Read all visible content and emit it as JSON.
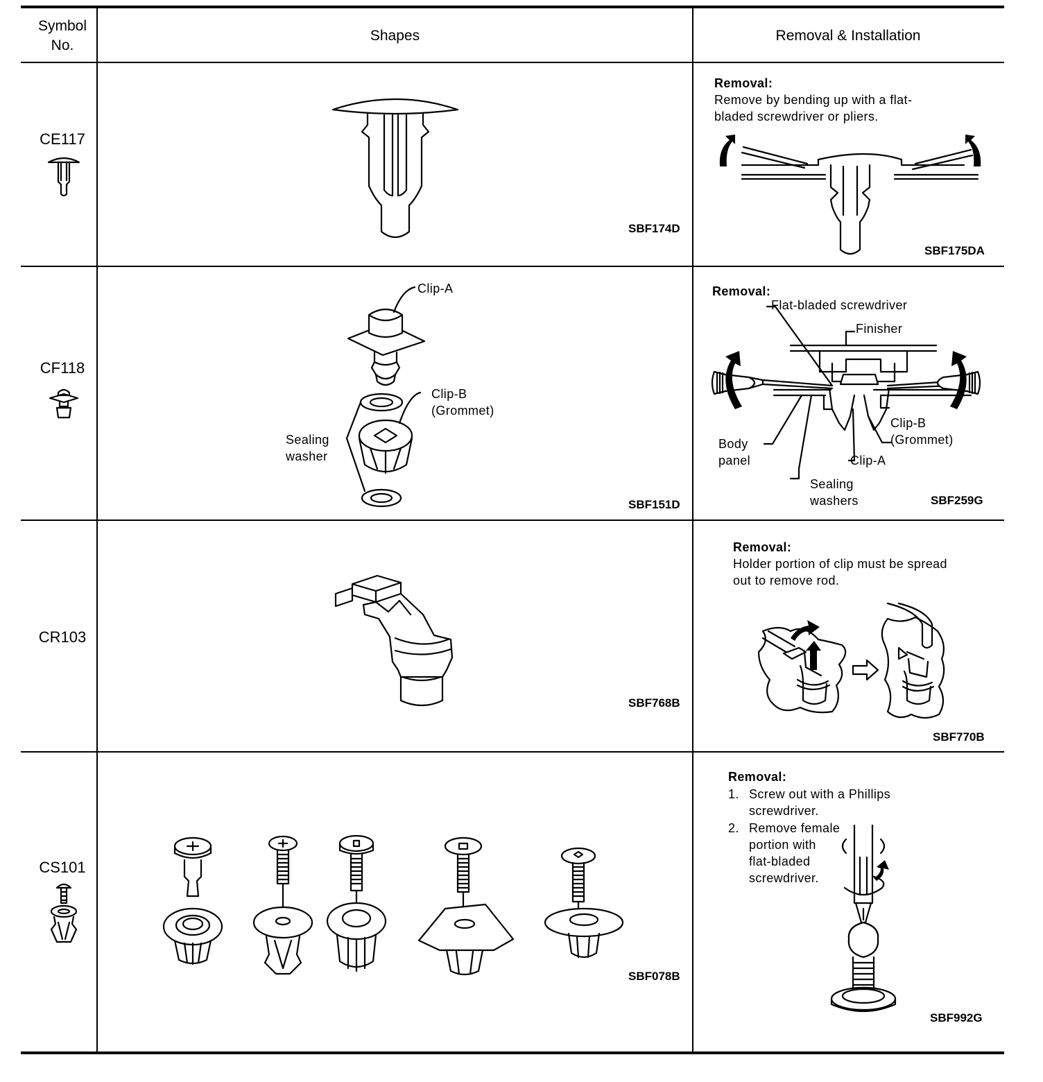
{
  "table": {
    "headers": {
      "symbol_line1": "Symbol",
      "symbol_line2": "No.",
      "shapes": "Shapes",
      "removal": "Removal & Installation"
    },
    "rows": [
      {
        "symbol": "CE117",
        "shape_code": "SBF174D",
        "removal_code": "SBF175DA",
        "removal_title": "Removal:",
        "removal_text": "Remove by bending up with a flat-bladed screwdriver or pliers."
      },
      {
        "symbol": "CF118",
        "shape_code": "SBF151D",
        "removal_code": "SBF259G",
        "removal_title": "Removal:",
        "shape_labels": {
          "clip_a": "Clip-A",
          "clip_b_1": "Clip-B",
          "clip_b_2": "(Grommet)",
          "sealing_1": "Sealing",
          "sealing_2": "washer"
        },
        "removal_labels": {
          "screwdriver": "Flat-bladed screwdriver",
          "finisher": "Finisher",
          "clip_b_1": "Clip-B",
          "clip_b_2": "(Grommet)",
          "body_1": "Body",
          "body_2": "panel",
          "clip_a": "Clip-A",
          "sealing_1": "Sealing",
          "sealing_2": "washers"
        }
      },
      {
        "symbol": "CR103",
        "shape_code": "SBF768B",
        "removal_code": "SBF770B",
        "removal_title": "Removal:",
        "removal_text": "Holder portion of clip must be spread out to remove rod."
      },
      {
        "symbol": "CS101",
        "shape_code": "SBF078B",
        "removal_code": "SBF992G",
        "removal_title": "Removal:",
        "steps": [
          {
            "num": "1.",
            "text_1": "Screw out with a Phillips",
            "text_2": "screwdriver."
          },
          {
            "num": "2.",
            "text_1": "Remove female",
            "text_2": "portion with",
            "text_3": "flat-bladed",
            "text_4": "screwdriver."
          }
        ]
      }
    ]
  }
}
